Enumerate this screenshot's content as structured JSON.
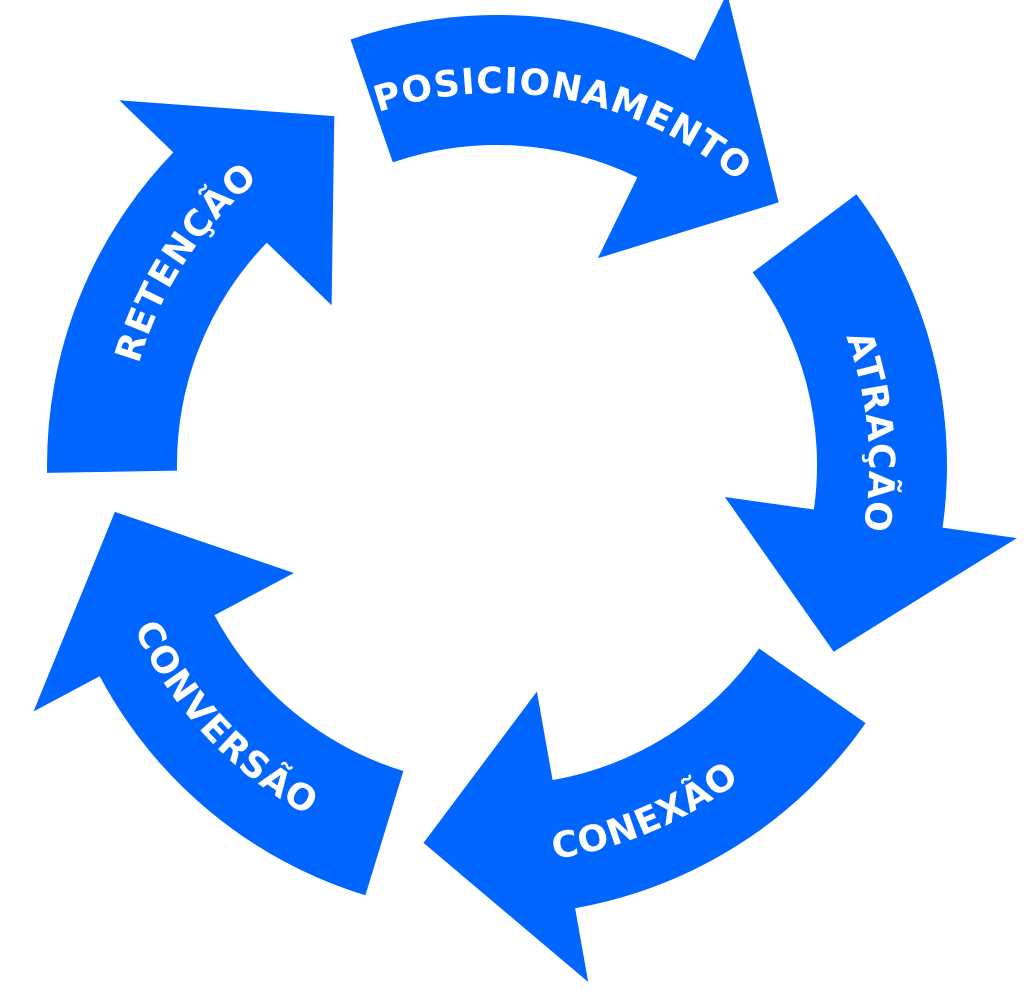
{
  "diagram": {
    "type": "cycle",
    "color": "#0066ff",
    "text_color": "#ffffff",
    "steps": [
      {
        "label": "POSICIONAMENTO"
      },
      {
        "label": "ATRAÇÃO"
      },
      {
        "label": "CONEXÃO"
      },
      {
        "label": "CONVERSÃO"
      },
      {
        "label": "RETENÇÃO"
      }
    ]
  }
}
